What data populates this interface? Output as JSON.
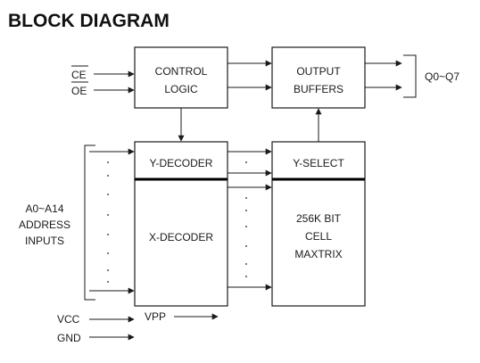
{
  "title": "BLOCK DIAGRAM",
  "inputs": {
    "ce": "CE",
    "oe": "OE",
    "address": [
      "A0~A14",
      "ADDRESS",
      "INPUTS"
    ],
    "vcc": "VCC",
    "gnd": "GND"
  },
  "blocks": {
    "control_logic": [
      "CONTROL",
      "LOGIC"
    ],
    "output_buffers": [
      "OUTPUT",
      "BUFFERS"
    ],
    "y_decoder": "Y-DECODER",
    "x_decoder": "X-DECODER",
    "y_select": "Y-SELECT",
    "cell_matrix": [
      "256K BIT",
      "CELL",
      "MAXTRIX"
    ]
  },
  "outputs": {
    "data": "Q0~Q7"
  },
  "vpp": "VPP",
  "colors": {
    "line": "#1a1a1a",
    "background": "#ffffff"
  }
}
